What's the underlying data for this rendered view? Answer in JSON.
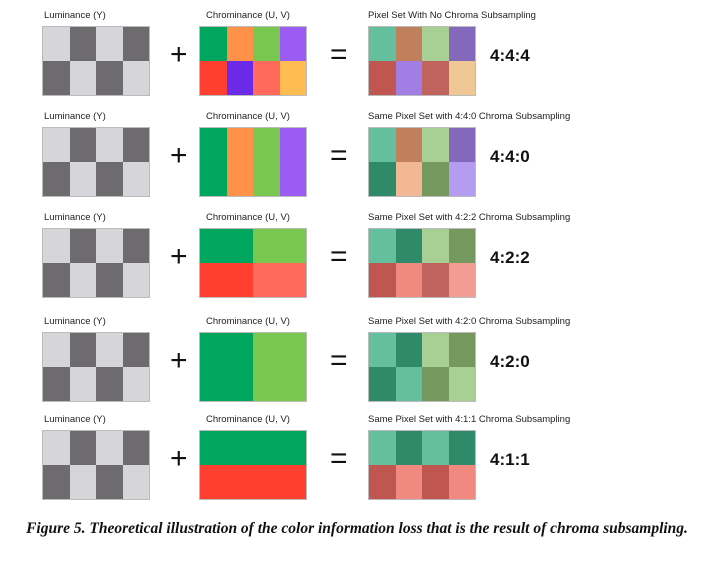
{
  "colors": {
    "lum_light": "#d6d5d9",
    "lum_dark": "#6d6b6e"
  },
  "rows": [
    {
      "lum_label": "Luminance (Y)",
      "chroma_label": "Chrominance (U, V)",
      "result_label": "Pixel Set With No Chroma Subsampling",
      "ratio": "4:4:4",
      "chroma": {
        "cols": 4,
        "rows": 2,
        "cells": [
          "#00a65e",
          "#ff9248",
          "#78c850",
          "#9a5cf2",
          "#ff4030",
          "#6a2ae8",
          "#ff6a5c",
          "#ffbc50"
        ]
      },
      "result": [
        "#64bf9c",
        "#c0805c",
        "#a8d094",
        "#8468bc",
        "#c05650",
        "#a07ee4",
        "#c0625e",
        "#f0c896"
      ]
    },
    {
      "lum_label": "Luminance (Y)",
      "chroma_label": "Chrominance (U, V)",
      "result_label": "Same Pixel Set with 4:4:0 Chroma Subsampling",
      "ratio": "4:4:0",
      "chroma": {
        "cols": 4,
        "rows": 1,
        "cells": [
          "#00a65e",
          "#ff9248",
          "#78c850",
          "#9a5cf2"
        ]
      },
      "result": [
        "#64bf9c",
        "#c0805c",
        "#a8d094",
        "#8468bc",
        "#2e8a68",
        "#f2b896",
        "#74985e",
        "#b49cf0"
      ]
    },
    {
      "lum_label": "Luminance (Y)",
      "chroma_label": "Chrominance (U, V)",
      "result_label": "Same Pixel Set with 4:2:2 Chroma Subsampling",
      "ratio": "4:2:2",
      "chroma": {
        "cols": 2,
        "rows": 2,
        "cells": [
          "#00a65e",
          "#78c850",
          "#ff4030",
          "#ff6a5c"
        ]
      },
      "result": [
        "#64bf9c",
        "#2e8a68",
        "#a8d094",
        "#74985e",
        "#c05650",
        "#f08a80",
        "#c0625e",
        "#f29c94"
      ]
    },
    {
      "lum_label": "Luminance (Y)",
      "chroma_label": "Chrominance (U, V)",
      "result_label": "Same Pixel Set with 4:2:0 Chroma Subsampling",
      "ratio": "4:2:0",
      "chroma": {
        "cols": 2,
        "rows": 1,
        "cells": [
          "#00a65e",
          "#78c850"
        ]
      },
      "result": [
        "#64bf9c",
        "#2e8a68",
        "#a8d094",
        "#74985e",
        "#2e8a68",
        "#64bf9c",
        "#74985e",
        "#a8d094"
      ]
    },
    {
      "lum_label": "Luminance (Y)",
      "chroma_label": "Chrominance (U, V)",
      "result_label": "Same Pixel Set with 4:1:1 Chroma Subsampling",
      "ratio": "4:1:1",
      "chroma": {
        "cols": 1,
        "rows": 2,
        "cells": [
          "#00a65e",
          "#ff4030"
        ]
      },
      "result": [
        "#64bf9c",
        "#2e8a68",
        "#64bf9c",
        "#2e8a68",
        "#c05650",
        "#f08a80",
        "#c05650",
        "#f08a80"
      ]
    }
  ],
  "operators": {
    "plus": "+",
    "equals": "="
  },
  "caption": "Figure 5. Theoretical illustration of the color information loss that is the result of chroma subsampling."
}
